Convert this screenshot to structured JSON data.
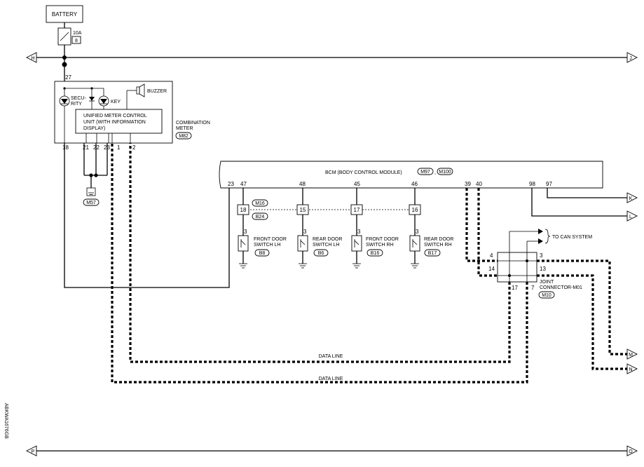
{
  "battery": {
    "label": "BATTERY"
  },
  "fuse": {
    "rating": "10A",
    "number": "8"
  },
  "buses": {
    "top_left": "H",
    "top_right": "J",
    "bottom_left": "P",
    "bottom_right": "O"
  },
  "combination_meter": {
    "pin_27": "27",
    "security_label_1": "SECU-",
    "security_label_2": "RITY",
    "key_label": "KEY",
    "buzzer_label": "BUZZER",
    "unit_line_1": "UNIFIED METER CONTROL",
    "unit_line_2": "UNIT (WITH INFORMATION",
    "unit_line_3": "DISPLAY)",
    "name_line_1": "COMBINATION",
    "name_line_2": "METER",
    "connector": "M82",
    "pins": [
      "18",
      "21",
      "22",
      "23",
      "1",
      "2"
    ]
  },
  "ground": {
    "connector": "M57"
  },
  "bcm": {
    "title": "BCM (BODY CONTROL MODULE)",
    "connector_1": "M97",
    "separator": ",",
    "connector_2": "M100",
    "pins": [
      "23",
      "47",
      "48",
      "45",
      "46",
      "39",
      "40",
      "98",
      "97"
    ]
  },
  "harness": {
    "connector_1": "M16",
    "connector_2": "B24",
    "pins": [
      "18",
      "15",
      "17",
      "16"
    ]
  },
  "door_switches": [
    {
      "line_1": "FRONT DOOR",
      "line_2": "SWITCH LH",
      "connector": "B8",
      "pin": "3"
    },
    {
      "line_1": "REAR DOOR",
      "line_2": "SWITCH LH",
      "connector": "B6",
      "pin": "3"
    },
    {
      "line_1": "FRONT DOOR",
      "line_2": "SWITCH RH",
      "connector": "B16",
      "pin": "3"
    },
    {
      "line_1": "REAR DOOR",
      "line_2": "SWITCH RH",
      "connector": "B17",
      "pin": "3"
    }
  ],
  "right_terminals": {
    "k": "K",
    "l": "L",
    "m": "M",
    "n": "N"
  },
  "can": {
    "label": "TO CAN SYSTEM"
  },
  "joint_connector": {
    "line_1": "JOINT",
    "line_2": "CONNECTOR-M01",
    "connector": "M10",
    "pins": [
      "4",
      "3",
      "14",
      "13",
      "17",
      "7"
    ]
  },
  "data_lines": {
    "upper": "DATA LINE",
    "lower": "DATA LINE"
  },
  "figure_id": "ABKWA1676GB"
}
